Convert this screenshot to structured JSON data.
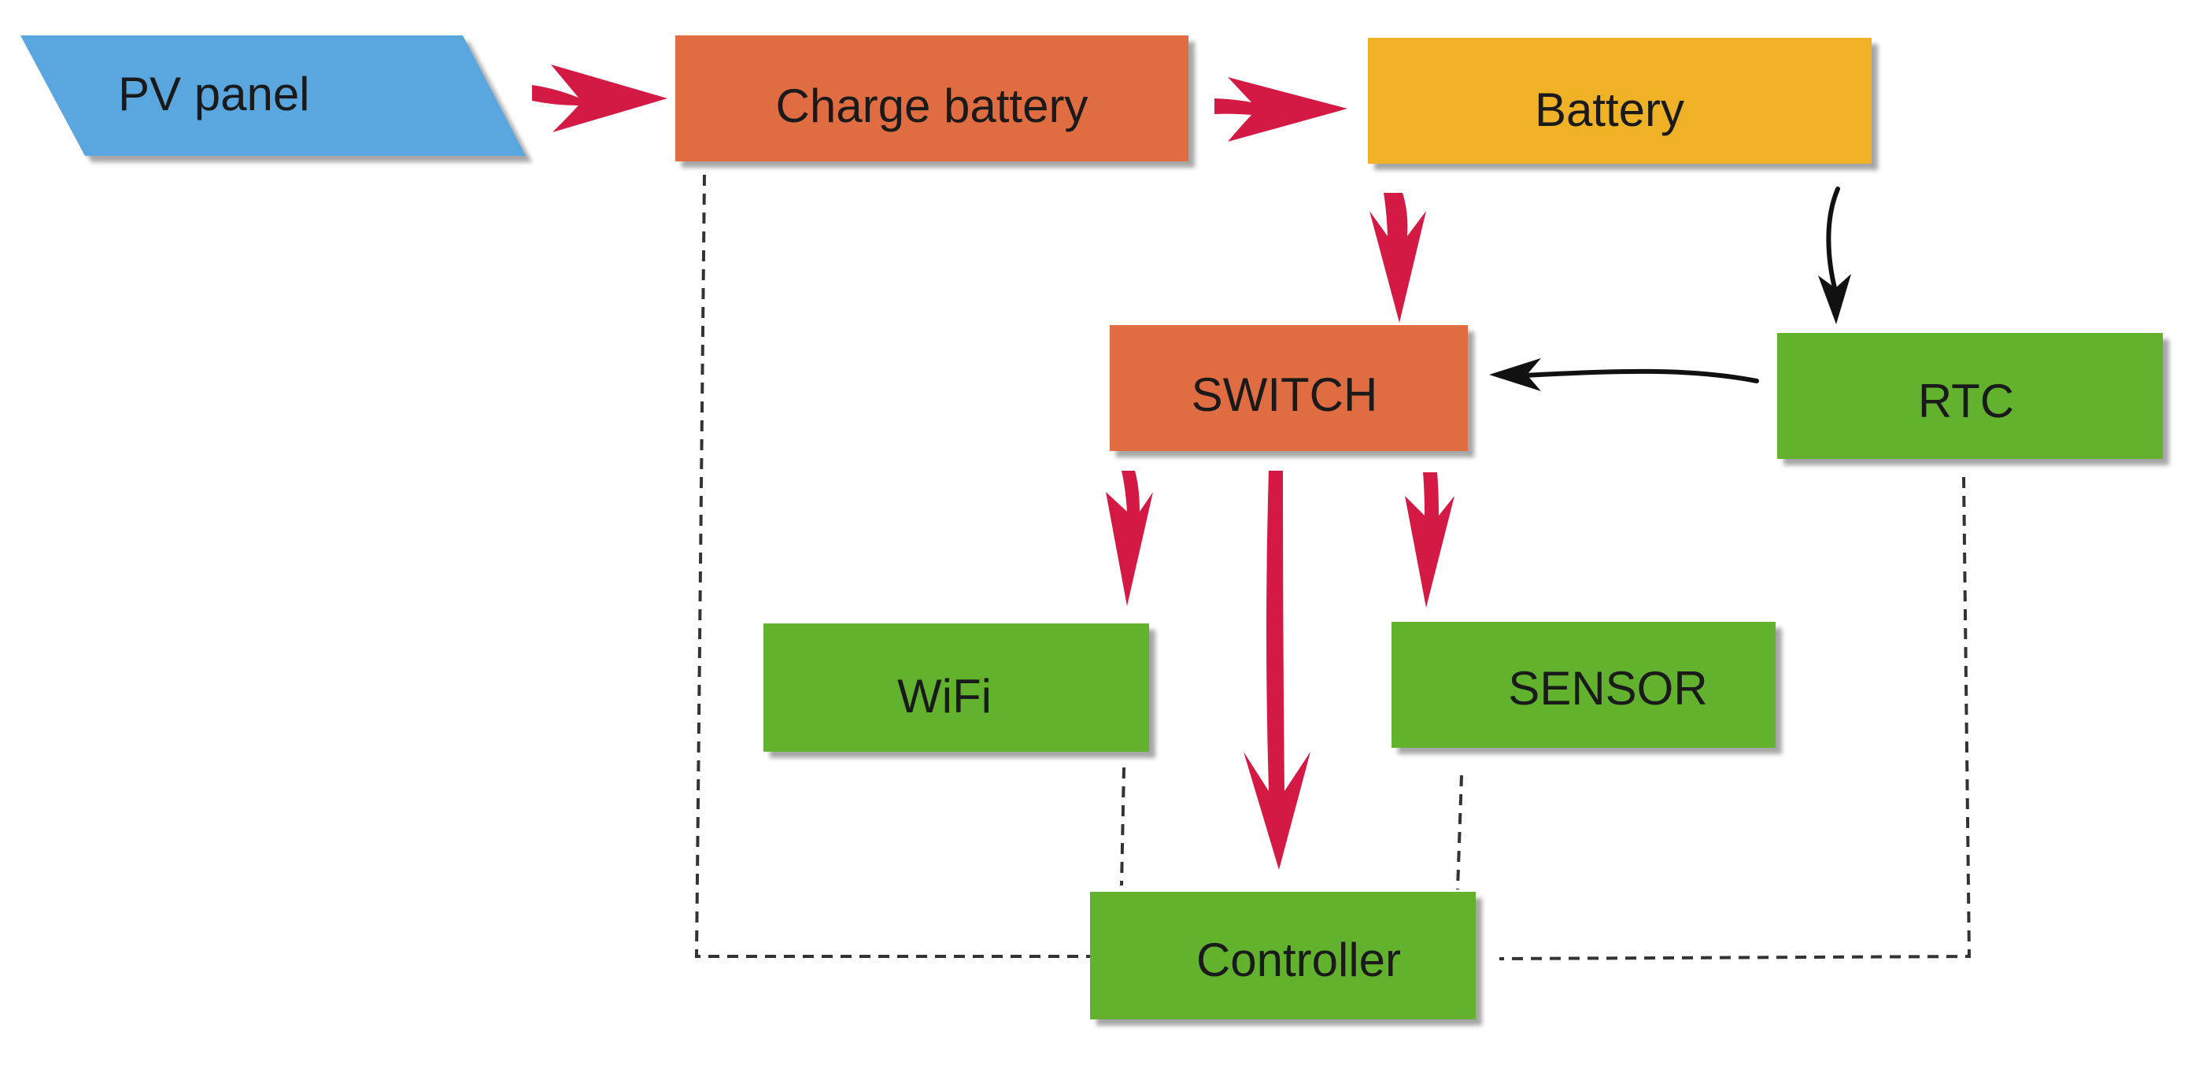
{
  "diagram": {
    "nodes": {
      "pv_panel": {
        "label": "PV panel",
        "color": "#5aa6df"
      },
      "charge_battery": {
        "label": "Charge battery",
        "color": "#e06c42"
      },
      "battery": {
        "label": "Battery",
        "color": "#efb128"
      },
      "switch": {
        "label": "SWITCH",
        "color": "#e06c42"
      },
      "rtc": {
        "label": "RTC",
        "color": "#62b22f"
      },
      "wifi": {
        "label": "WiFi",
        "color": "#62b22f"
      },
      "sensor": {
        "label": "SENSOR",
        "color": "#62b22f"
      },
      "controller": {
        "label": "Controller",
        "color": "#62b22f"
      }
    },
    "edges": [
      {
        "from": "pv_panel",
        "to": "charge_battery",
        "style": "power",
        "color": "#d41a44"
      },
      {
        "from": "charge_battery",
        "to": "battery",
        "style": "power",
        "color": "#d41a44"
      },
      {
        "from": "battery",
        "to": "switch",
        "style": "power",
        "color": "#d41a44"
      },
      {
        "from": "battery",
        "to": "rtc",
        "style": "signal",
        "color": "#111111"
      },
      {
        "from": "rtc",
        "to": "switch",
        "style": "signal",
        "color": "#111111"
      },
      {
        "from": "switch",
        "to": "wifi",
        "style": "power",
        "color": "#d41a44"
      },
      {
        "from": "switch",
        "to": "controller",
        "style": "power",
        "color": "#d41a44"
      },
      {
        "from": "switch",
        "to": "sensor",
        "style": "power",
        "color": "#d41a44"
      },
      {
        "from": "charge_battery",
        "to": "controller",
        "style": "dashed",
        "color": "#333333"
      },
      {
        "from": "wifi",
        "to": "controller",
        "style": "dashed",
        "color": "#333333"
      },
      {
        "from": "sensor",
        "to": "controller",
        "style": "dashed",
        "color": "#333333"
      },
      {
        "from": "rtc",
        "to": "controller",
        "style": "dashed",
        "color": "#333333"
      }
    ]
  }
}
